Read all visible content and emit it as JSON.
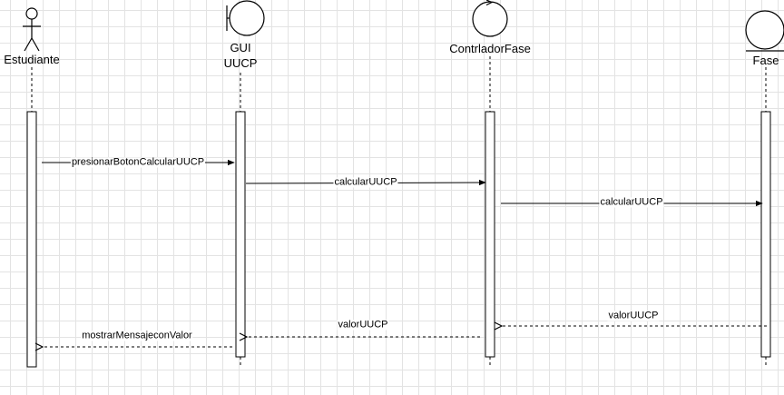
{
  "participants": [
    {
      "id": "estudiante",
      "label": "Estudiante",
      "kind": "actor"
    },
    {
      "id": "gui",
      "label_line1": "GUI",
      "label_line2": "UUCP",
      "kind": "boundary"
    },
    {
      "id": "controlador",
      "label": "ContrladorFase",
      "kind": "control"
    },
    {
      "id": "fase",
      "label": "Fase",
      "kind": "entity"
    }
  ],
  "messages": [
    {
      "label": "presionarBotonCalcularUUCP",
      "from": "estudiante",
      "to": "gui",
      "style": "solid"
    },
    {
      "label": "calcularUUCP",
      "from": "gui",
      "to": "controlador",
      "style": "solid"
    },
    {
      "label": "calcularUUCP",
      "from": "controlador",
      "to": "fase",
      "style": "solid"
    },
    {
      "label": "valorUUCP",
      "from": "fase",
      "to": "controlador",
      "style": "dashed"
    },
    {
      "label": "valorUUCP",
      "from": "controlador",
      "to": "gui",
      "style": "dashed"
    },
    {
      "label": "mostrarMensajeconValor",
      "from": "gui",
      "to": "estudiante",
      "style": "dashed"
    }
  ]
}
